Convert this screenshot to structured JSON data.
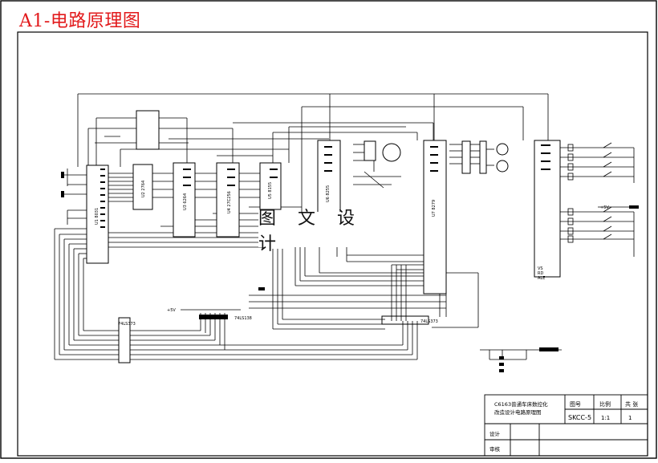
{
  "header": {
    "title": "A1-电路原理图"
  },
  "watermark": {
    "text": "图 文 设 计"
  },
  "chips": {
    "u1": "U1 8031",
    "u2": "U2 2764",
    "u3": "U3 6264",
    "u4": "U4 27C256",
    "u5": "U5 8155",
    "u6": "U6 8255",
    "u7": "U7 8279"
  },
  "labels": {
    "latch_left": "74LS373",
    "latch_mid": "74LS138",
    "latch_right": "74LS373",
    "vcc_left": "+5V",
    "vcc_right": "+5V",
    "right_vs": "VS",
    "right_rd": "RD",
    "right_ale": "ALE"
  },
  "title_block": {
    "name_line1": "C6163普通车床数控化",
    "name_line2": "改造设计电路原理图",
    "drawing_no_label": "图号",
    "drawing_no": "SKCC-5",
    "scale_label": "比例",
    "scale": "1:1",
    "sheets_label": "共 张",
    "sheets": "1",
    "designer_label": "设计",
    "reviewer_label": "审核"
  }
}
